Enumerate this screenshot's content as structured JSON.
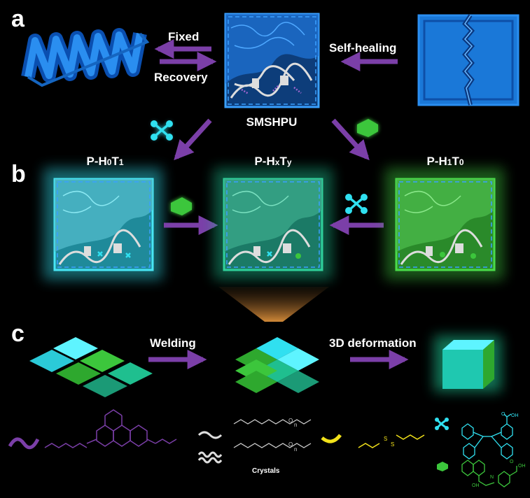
{
  "panels": {
    "a": "a",
    "b": "b",
    "c": "c"
  },
  "labels": {
    "fixed": "Fixed",
    "recovery": "Recovery",
    "self_healing": "Self-healing",
    "smshpu": "SMSHPU",
    "welding": "Welding",
    "deformation": "3D deformation",
    "crystals": "Crystals"
  },
  "samples": [
    {
      "main": "P-H",
      "s1": "0",
      "mid": "T",
      "s2": "1"
    },
    {
      "main": "P-H",
      "s1": "x",
      "mid": "T",
      "s2": "y"
    },
    {
      "main": "P-H",
      "s1": "1",
      "mid": "T",
      "s2": "0"
    }
  ],
  "chem": {
    "n1": "n",
    "n2": "n",
    "o1": "O",
    "o2": "O",
    "s1": "S",
    "s2": "S",
    "oh_tpe": "OH",
    "oh_sal": "OH",
    "o_tpe": "O",
    "o_sal": "O",
    "n_sal": "N",
    "oh_sal_left": "OH"
  },
  "colors": {
    "purple": "#7b3fa8",
    "blue": "#1976d2",
    "cyan": "#30e0f0",
    "green": "#3cc63c",
    "teal": "#1fbf8f",
    "yellow": "#f2e21a",
    "orange": "#f6a142"
  }
}
